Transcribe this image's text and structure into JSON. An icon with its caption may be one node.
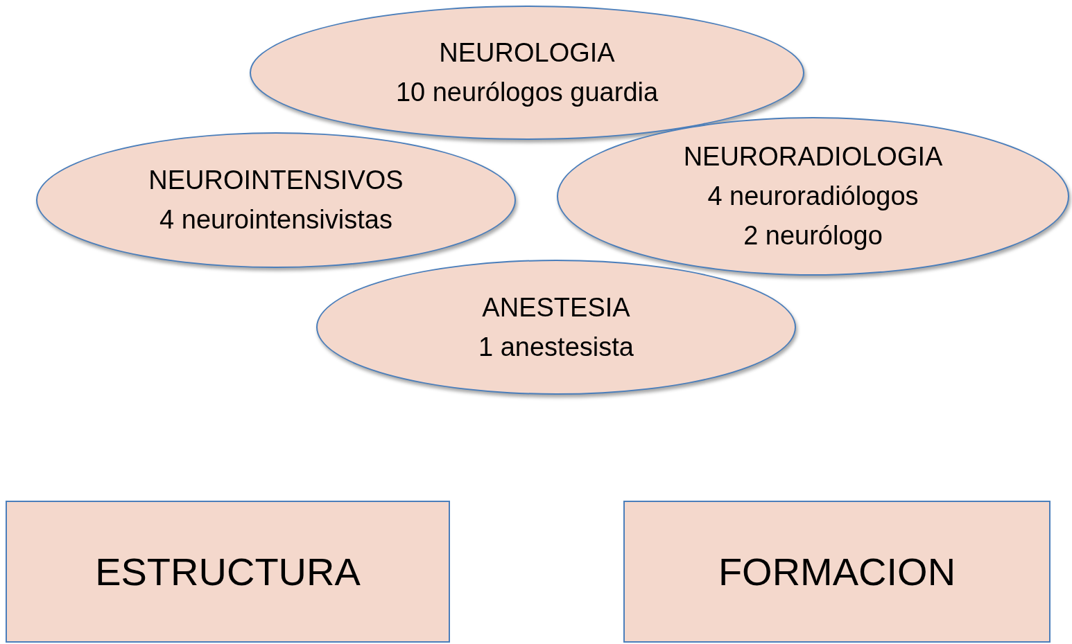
{
  "diagram": {
    "nodes": [
      {
        "text": [
          "NEUROLOGIA",
          "10 neurólogos guardia"
        ]
      },
      {
        "text": [
          "NEUROINTENSIVOS",
          "4 neurointensivistas"
        ]
      },
      {
        "text": [
          "NEURORADIOLOGIA",
          "4 neuroradiólogos",
          "2 neurólogo"
        ]
      },
      {
        "text": [
          "ANESTESIA",
          "1 anestesista"
        ]
      },
      {
        "text": [
          "ESTRUCTURA"
        ]
      },
      {
        "text": [
          "FORMACION"
        ]
      }
    ]
  }
}
